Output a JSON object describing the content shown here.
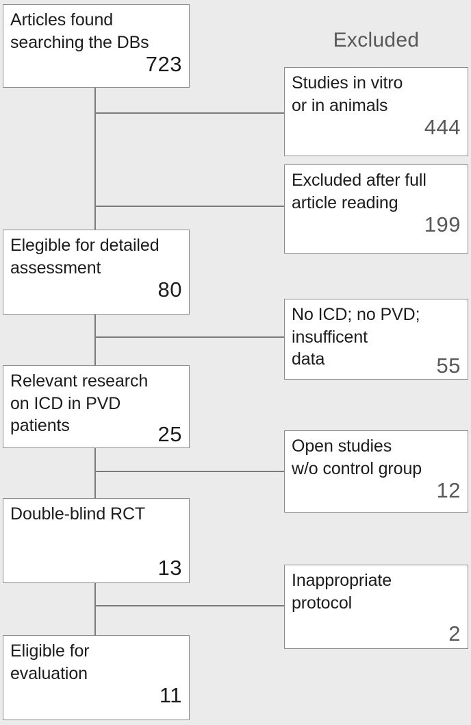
{
  "diagram": {
    "type": "prisma-flowchart",
    "background_color": "#ebebeb",
    "box_fill_color": "#ffffff",
    "box_border_color": "#8c8c8c",
    "connector_color": "#7a7a7a",
    "text_color": "#1c1c1c",
    "muted_text_color": "#585858"
  },
  "header": {
    "excluded_label": "Excluded"
  },
  "flow": {
    "main_nodes": [
      {
        "label": "Articles found\nsearching the DBs",
        "count": "723"
      },
      {
        "label": "Elegible for detailed\nassessment",
        "count": "80"
      },
      {
        "label": "Relevant research\non ICD in PVD\npatients",
        "count": "25"
      },
      {
        "label": "Double-blind RCT",
        "count": "13"
      },
      {
        "label": "Eligible for\nevaluation",
        "count": "11"
      }
    ],
    "excluded_nodes": [
      {
        "label": "Studies in vitro\nor in animals",
        "count": "444"
      },
      {
        "label": "Excluded after full\narticle reading",
        "count": "199"
      },
      {
        "label": "No ICD; no PVD;\ninsufficent\ndata",
        "count": "55"
      },
      {
        "label": "Open studies\nw/o control group",
        "count": "12"
      },
      {
        "label": "Inappropriate\nprotocol",
        "count": "2"
      }
    ]
  },
  "chart_data": {
    "type": "diagram",
    "title": "Study selection flow diagram",
    "stages": [
      {
        "name": "Articles found searching the DBs",
        "value": 723
      },
      {
        "name": "Elegible for detailed assessment",
        "value": 80
      },
      {
        "name": "Relevant research on ICD in PVD patients",
        "value": 25
      },
      {
        "name": "Double-blind RCT",
        "value": 13
      },
      {
        "name": "Eligible for evaluation",
        "value": 11
      }
    ],
    "exclusions": [
      {
        "name": "Studies in vitro or in animals",
        "value": 444
      },
      {
        "name": "Excluded after full article reading",
        "value": 199
      },
      {
        "name": "No ICD; no PVD; insufficent data",
        "value": 55
      },
      {
        "name": "Open studies w/o control group",
        "value": 12
      },
      {
        "name": "Inappropriate protocol",
        "value": 2
      }
    ]
  }
}
